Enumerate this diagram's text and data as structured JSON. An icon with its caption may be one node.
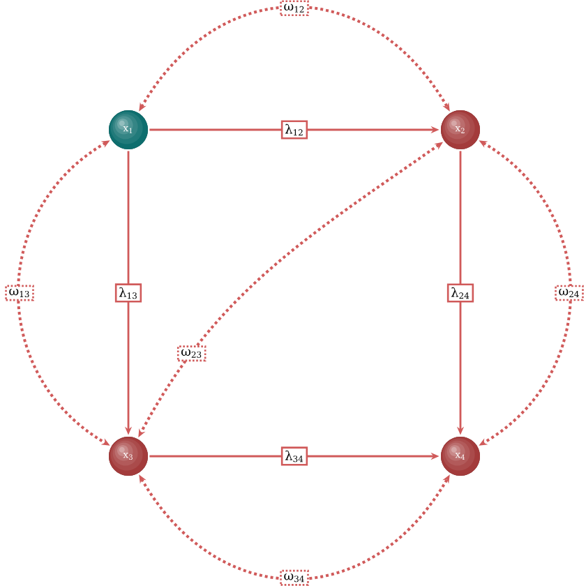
{
  "diagram": {
    "nodes": [
      {
        "text": [
          "x$_{1}$"
        ]
      },
      {
        "text": [
          "x$_{2}$"
        ]
      },
      {
        "text": [
          "x$_{3}$"
        ]
      },
      {
        "text": [
          "x$_{4}$"
        ]
      }
    ],
    "edges": [
      {
        "from": 0,
        "to": 1,
        "arrow": "to",
        "label": "λ$_{12}$"
      },
      {
        "from": 0,
        "to": 2,
        "arrow": "to",
        "label": "λ$_{13}$"
      },
      {
        "from": 1,
        "to": 3,
        "arrow": "to",
        "label": "λ$_{24}$"
      },
      {
        "from": 2,
        "to": 3,
        "arrow": "to",
        "label": "λ$_{34}$"
      },
      {
        "from": 0,
        "to": 1,
        "arrow": "both",
        "label": "ω$_{12}$",
        "style": "dashed"
      },
      {
        "from": 0,
        "to": 2,
        "arrow": "both",
        "label": "ω$_{13}$",
        "style": "dashed"
      },
      {
        "from": 1,
        "to": 3,
        "arrow": "both",
        "label": "ω$_{24}$",
        "style": "dashed"
      },
      {
        "from": 2,
        "to": 3,
        "arrow": "both",
        "label": "ω$_{34}$",
        "style": "dashed"
      },
      {
        "from": 1,
        "to": 2,
        "arrow": "both",
        "label": "ω$_{23}$",
        "style": "dashed"
      }
    ]
  }
}
